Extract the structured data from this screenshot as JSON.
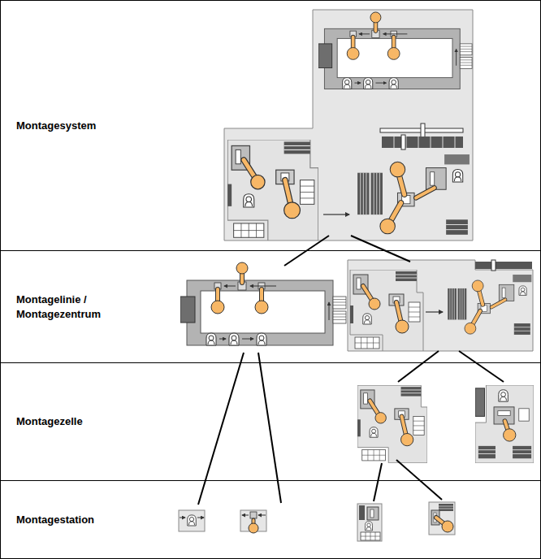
{
  "diagram": {
    "nodes": [
      {
        "text": [
          "Montagesystem"
        ]
      },
      {
        "text": [
          "Montagelinie / Montagezentrum"
        ]
      },
      {
        "text": [
          "Montagezelle"
        ]
      },
      {
        "text": [
          "Montagestation"
        ]
      }
    ]
  }
}
